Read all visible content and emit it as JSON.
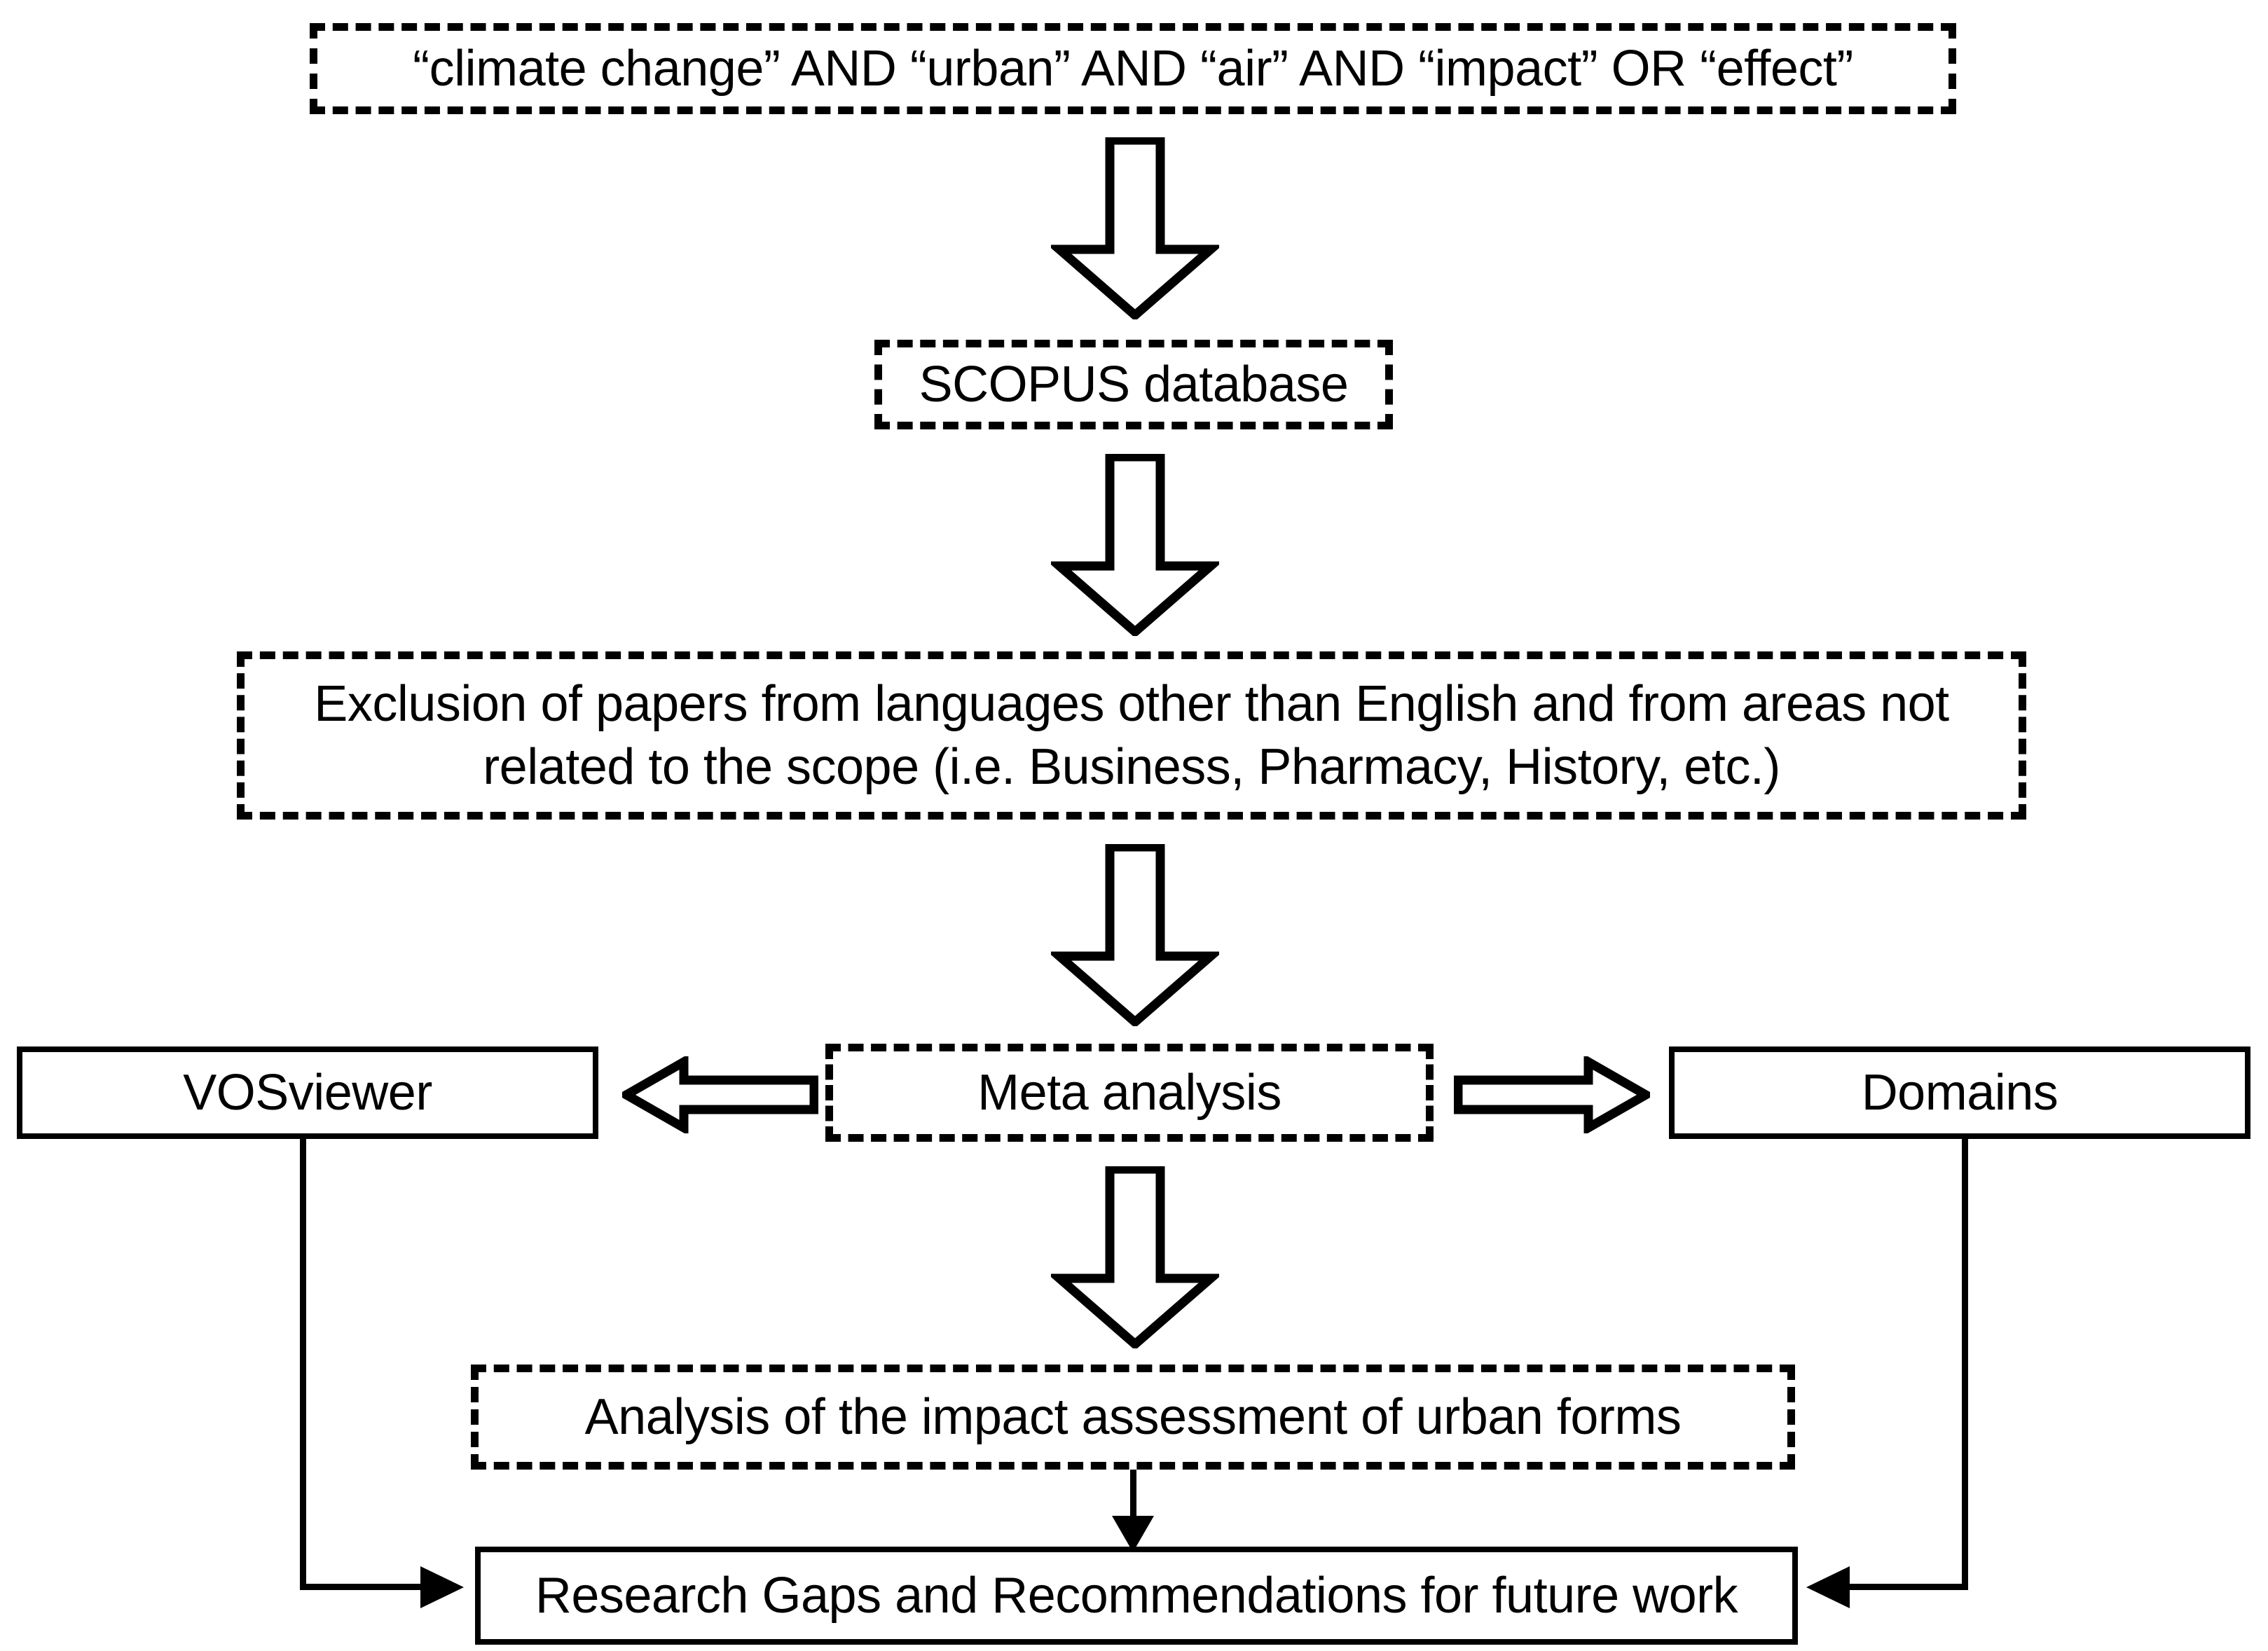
{
  "diagram": {
    "title": "Literature review methodology flowchart",
    "colors": {
      "stroke": "#000000",
      "fill": "#ffffff",
      "text": "#000000"
    },
    "nodes": {
      "query": {
        "label": "“climate change” AND “urban” AND “air” AND “impact” OR “effect”",
        "border": "dashed"
      },
      "scopus": {
        "label": "SCOPUS database",
        "border": "dashed"
      },
      "exclude": {
        "label": "Exclusion of papers from languages other than English and from areas not\nrelated to the scope (i.e. Business, Pharmacy, History, etc.)",
        "border": "dashed"
      },
      "meta": {
        "label": "Meta analysis",
        "border": "dashed"
      },
      "vosviewer": {
        "label": "VOSviewer",
        "border": "solid"
      },
      "domains": {
        "label": "Domains",
        "border": "solid"
      },
      "impact": {
        "label": "Analysis of the impact assessment of urban forms",
        "border": "dashed"
      },
      "gaps": {
        "label": "Research Gaps and Recommendations for future work",
        "border": "solid"
      }
    },
    "connectors": [
      {
        "name": "query-to-scopus",
        "type": "block-arrow",
        "direction": "down"
      },
      {
        "name": "scopus-to-exclusion",
        "type": "block-arrow",
        "direction": "down"
      },
      {
        "name": "exclusion-to-meta",
        "type": "block-arrow",
        "direction": "down"
      },
      {
        "name": "meta-to-vosviewer",
        "type": "block-arrow",
        "direction": "left"
      },
      {
        "name": "meta-to-domains",
        "type": "block-arrow",
        "direction": "right"
      },
      {
        "name": "meta-to-impact",
        "type": "block-arrow",
        "direction": "down"
      },
      {
        "name": "impact-to-gaps",
        "type": "line-arrow",
        "direction": "down"
      },
      {
        "name": "vosviewer-to-gaps",
        "type": "line-arrow",
        "direction": "right"
      },
      {
        "name": "domains-to-gaps",
        "type": "line-arrow",
        "direction": "left"
      }
    ]
  }
}
